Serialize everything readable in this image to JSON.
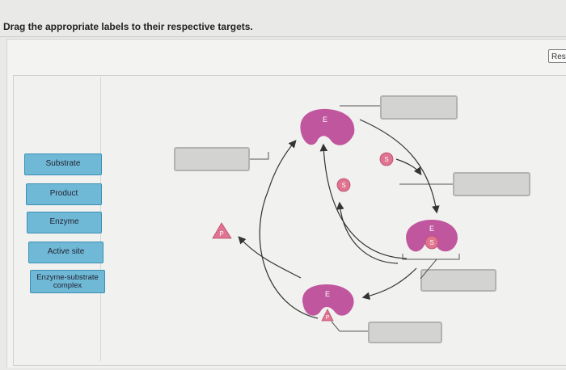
{
  "prompt": "Drag the appropriate labels to their respective targets.",
  "reset_label": "Res",
  "labels": [
    "Substrate",
    "Product",
    "Enzyme",
    "Active site",
    "Enzyme-substrate complex"
  ],
  "diagram_letters": {
    "enzyme_top": "E",
    "substrate_1": "S",
    "substrate_2": "S",
    "complex_enzyme": "E",
    "complex_substrate": "S",
    "enzyme_bottom": "E",
    "product_1": "P",
    "product_2": "P"
  },
  "colors": {
    "enzyme": "#c0569e",
    "substrate": "#e0738f",
    "label_chip": "#6fb9d6",
    "drop_box": "#d3d3d1"
  }
}
